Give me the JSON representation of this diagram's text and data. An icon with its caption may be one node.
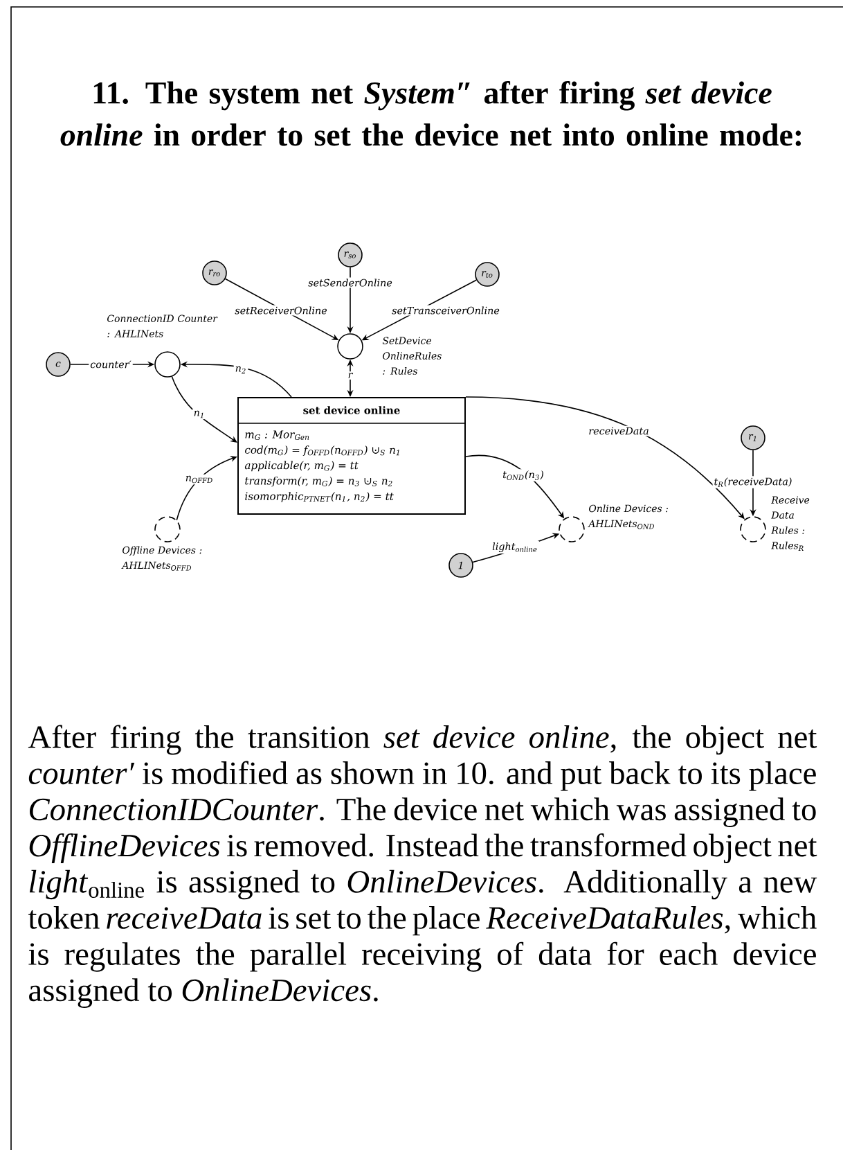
{
  "diagram": {
    "title": "11. The system net *System″* after firing *set device online* in order to set the device net into online mode:",
    "nodes": [
      {
        "text": [
          "r$_{ro}$"
        ]
      },
      {
        "text": [
          "r$_{so}$"
        ]
      },
      {
        "text": [
          "r$_{to}$"
        ]
      },
      {
        "text": [],
        "shape": "circle",
        "beside": [
          "SetDevice OnlineRules : Rules"
        ]
      },
      {
        "text": [
          "c"
        ]
      },
      {
        "text": [],
        "shape": "circle",
        "beside": [
          "ConnectionID Counter : AHLINets"
        ]
      },
      {
        "text": [
          "set device online",
          "m$_{G}$ : Mor$_{Gen}$",
          "cod(m$_{G}$) = f$_{OFFD}$(n$_{OFFD}$) ⊍$_{S}$ n$_{1}$",
          "applicable(r, m$_{G}$) = tt",
          "transform(r, m$_{G}$) = n$_{3}$ ⊍$_{S}$ n$_{2}$",
          "isomorphic$_{PTNET}$(n$_{1}$, n$_{2}$) = tt"
        ]
      },
      {
        "text": [],
        "shape": "circle",
        "beside": [
          "Offline Devices : AHLINets$_{OFFD}$"
        ]
      },
      {
        "text": [],
        "shape": "circle",
        "beside": [
          "Online Devices : AHLINets$_{OND}$"
        ]
      },
      {
        "text": [
          "1"
        ]
      },
      {
        "text": [
          "r$_{1}$"
        ]
      },
      {
        "text": [],
        "shape": "circle",
        "beside": [
          "Receive Data Rules : Rules$_{R}$"
        ]
      }
    ],
    "edges": [
      {
        "from": 0,
        "to": 3,
        "arrow": "to",
        "label": "setReceiverOnline"
      },
      {
        "from": 1,
        "to": 3,
        "arrow": "to",
        "label": "setSenderOnline"
      },
      {
        "from": 2,
        "to": 3,
        "arrow": "to",
        "label": "setTransceiverOnline"
      },
      {
        "from": 3,
        "to": 6,
        "arrow": "both",
        "label": "r"
      },
      {
        "from": 4,
        "to": 5,
        "arrow": "to",
        "label": "counter′"
      },
      {
        "from": 6,
        "to": 5,
        "arrow": "to",
        "label": "n$_{2}$"
      },
      {
        "from": 5,
        "to": 6,
        "arrow": "to",
        "label": "n$_{1}$"
      },
      {
        "from": 7,
        "to": 6,
        "arrow": "to",
        "label": "n$_{OFFD}$"
      },
      {
        "from": 6,
        "to": 8,
        "arrow": "to",
        "label": "t$_{OND}$(n$_{3}$)"
      },
      {
        "from": 9,
        "to": 8,
        "arrow": "to",
        "label": "light$_{online}$"
      },
      {
        "from": 6,
        "to": 11,
        "arrow": "to",
        "label": "receiveData"
      },
      {
        "from": 10,
        "to": 11,
        "arrow": "to",
        "label": "t$_{R}$(receiveData)"
      }
    ],
    "caption": "After firing the transition *set device online*, the object net *counter′* is modified as shown in 10. and put back to its place *ConnectionIDCounter*. The device net which was assigned to *OfflineDevices* is removed. Instead the transformed object net *light*$_{online}$ is assigned to *OnlineDevices*. Additionally a new token *receiveData* is set to the place *ReceiveDataRules*, which is regulates the parallel receiving of data for each device assigned to *OnlineDevices*."
  }
}
